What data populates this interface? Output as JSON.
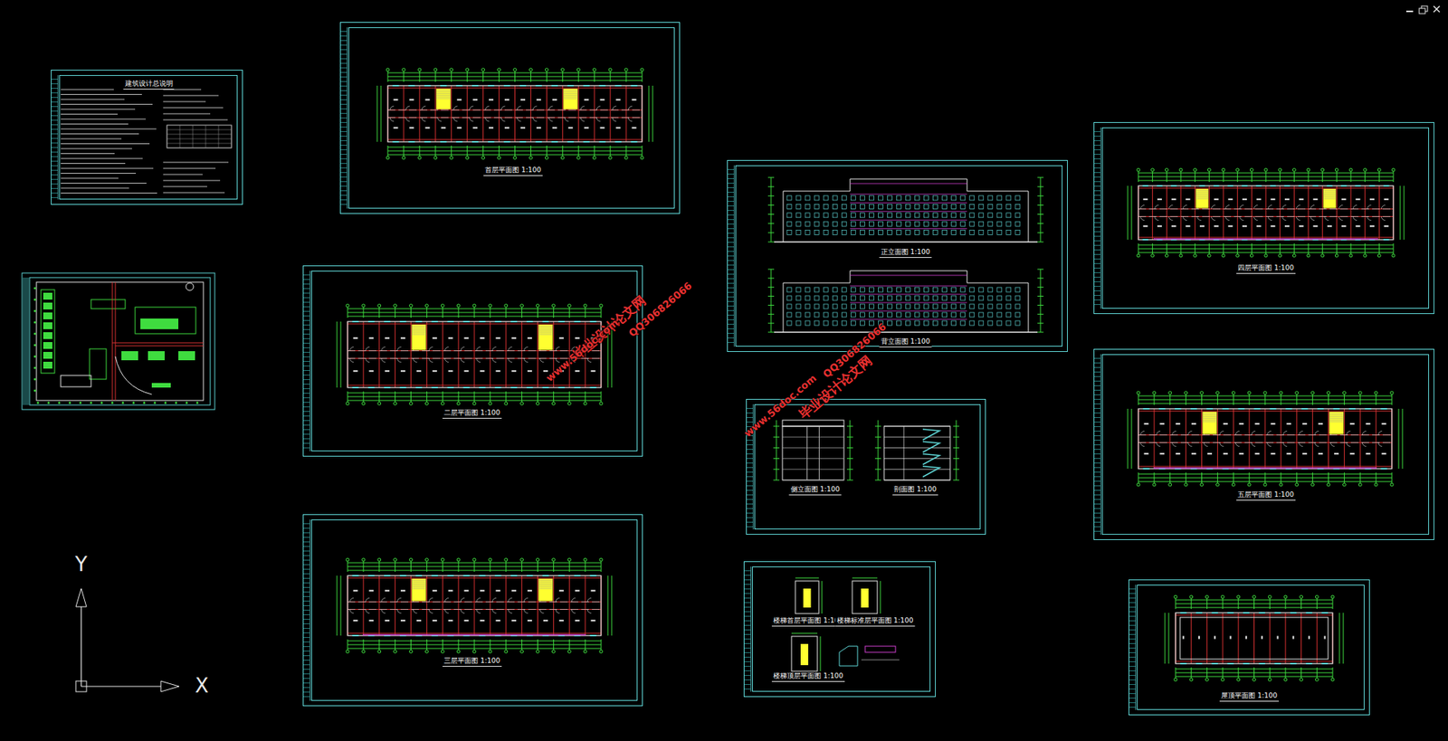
{
  "diagram": {
    "nodes": [
      {
        "text": [
          "建筑设计总说明"
        ]
      },
      {
        "text": [
          "首层平面图 1:100"
        ]
      },
      {
        "text": [
          "二层平面图 1:100"
        ]
      },
      {
        "text": [
          "三层平面图 1:100"
        ]
      },
      {
        "text": [
          "正立面图 1:100",
          "背立面图 1:100"
        ]
      },
      {
        "text": [
          "侧立面图 1:100",
          "剖面图 1:100"
        ]
      },
      {
        "text": [
          "楼梯首层平面图 1:100",
          "楼梯标准层平面图 1:100",
          "楼梯顶层平面图 1:100"
        ]
      },
      {
        "text": [
          "四层平面图 1:100"
        ]
      },
      {
        "text": [
          "五层平面图 1:100"
        ]
      },
      {
        "text": [
          "屋顶平面图 1:100"
        ]
      }
    ],
    "labels": [
      "毕业设计论文网",
      "www.56doc.com",
      "QQ306826066",
      "毕业设计论文网",
      "www.56doc.com",
      "QQ306826066",
      "Y",
      "X"
    ]
  }
}
